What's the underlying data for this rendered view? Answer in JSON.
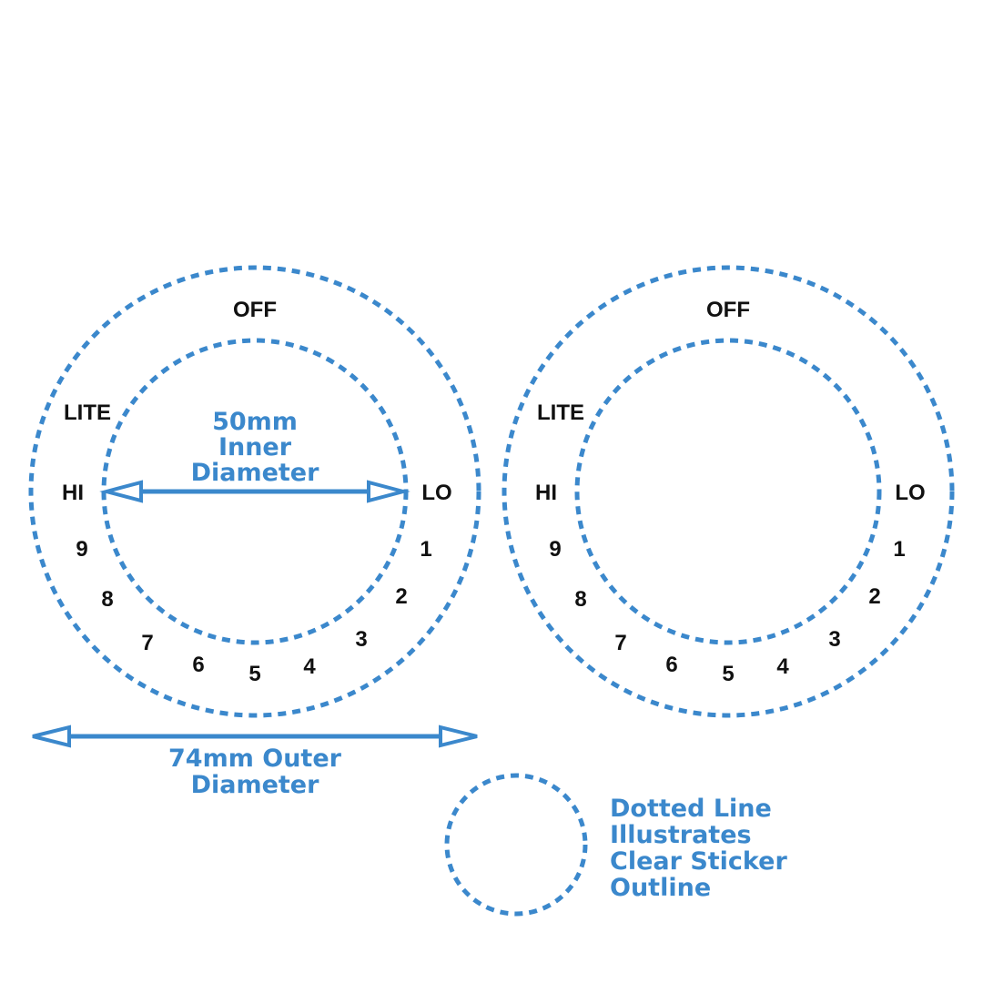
{
  "colors": {
    "accent": "#3b88cc",
    "text": "#111111",
    "background": "#ffffff"
  },
  "dials": [
    {
      "labels": {
        "off": "OFF",
        "lite": "LITE",
        "hi": "HI",
        "lo": "LO",
        "n1": "1",
        "n2": "2",
        "n3": "3",
        "n4": "4",
        "n5": "5",
        "n6": "6",
        "n7": "7",
        "n8": "8",
        "n9": "9"
      }
    },
    {
      "labels": {
        "off": "OFF",
        "lite": "LITE",
        "hi": "HI",
        "lo": "LO",
        "n1": "1",
        "n2": "2",
        "n3": "3",
        "n4": "4",
        "n5": "5",
        "n6": "6",
        "n7": "7",
        "n8": "8",
        "n9": "9"
      }
    }
  ],
  "inner_dimension": {
    "line1": "50mm",
    "line2": "Inner",
    "line3": "Diameter"
  },
  "outer_dimension": {
    "line1": "74mm Outer",
    "line2": "Diameter"
  },
  "legend": {
    "line1": "Dotted Line",
    "line2": "Illustrates",
    "line3": "Clear Sticker",
    "line4": "Outline"
  },
  "icons": {
    "dotted_circle": "dotted-circle-icon",
    "double_arrow": "double-arrow-icon"
  }
}
